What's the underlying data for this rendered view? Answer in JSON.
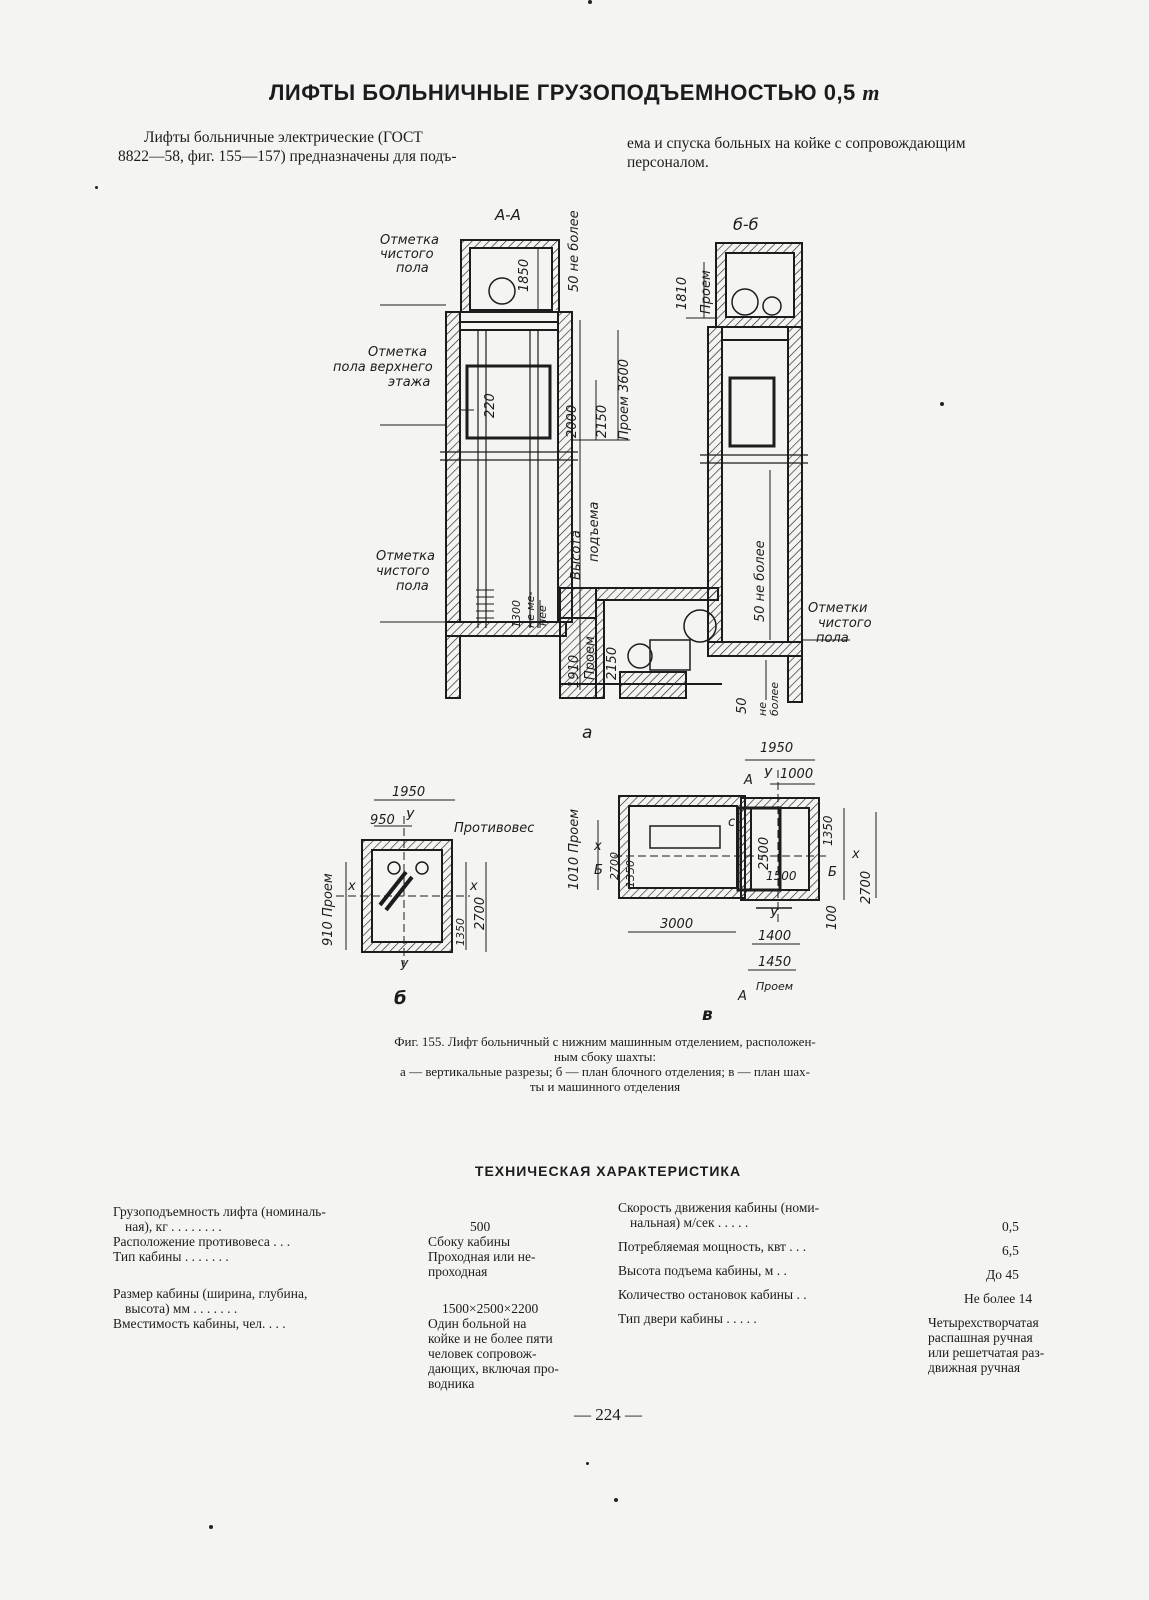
{
  "title": "ЛИФТЫ БОЛЬНИЧНЫЕ ГРУЗОПОДЪЕМНОСТЬЮ 0,5",
  "title_unit": "т",
  "intro": {
    "left_line1": "Лифты больничные электрические (ГОСТ",
    "left_line2": "8822—58, фиг. 155—157) предназначены для подъ-",
    "right_line1": "ема и спуска больных на койке с сопровождающим",
    "right_line2": "персоналом."
  },
  "figure": {
    "section_aa": "А-А",
    "section_bb": "б-б",
    "label_clean_floor": [
      "Отметка",
      "чистого",
      "пола"
    ],
    "label_upper_floor": [
      "Отметка",
      "пола верхнего",
      "этажа"
    ],
    "label_clean_floor_2": [
      "Отметка",
      "чистого",
      "пола"
    ],
    "label_clean_floors": [
      "Отметки",
      "чистого",
      "пола"
    ],
    "dim_1850": "1850",
    "dim_50_max": "50 не более",
    "dim_220": "220",
    "dim_2000": "2000",
    "dim_2150": "2150",
    "dim_opening_3600": "Проем 3600",
    "dim_lift_height": [
      "Высота",
      "подъема"
    ],
    "dim_1300": "1300",
    "dim_not_less": [
      "не ме-",
      "нее"
    ],
    "dim_1910": "1910",
    "dim_opening": "Проем",
    "dim_2150_b": "2150",
    "dim_1810": "1810",
    "dim_opening_b": "Проем",
    "dim_50_max_b": "50 не более",
    "dim_50_bottom": "50",
    "dim_not_more": [
      "не",
      "более"
    ],
    "fig_a": "а",
    "fig_b": "б",
    "fig_v": "в",
    "plan_b": {
      "w1950": "1950",
      "w950": "950",
      "y_top": "У",
      "y_bottom": "У",
      "counterweight": "Противовес",
      "x_left": "х",
      "x_right": "х",
      "opening_910": "910 Проем",
      "d1350": "1350",
      "d2700": "2700"
    },
    "plan_v": {
      "w1950": "1950",
      "a_top": "А",
      "y_top": "У",
      "w1000": "1000",
      "opening_1010": "1010 Проем",
      "x_left": "х",
      "b_left": "Б",
      "d2700": "2700",
      "d1350_l": "1350",
      "c_label": "с",
      "d2500": "2500",
      "d1500": "1500",
      "d1350_r": "1350",
      "b_right": "Б",
      "x_right": "х",
      "d2700_r": "2700",
      "w3000": "3000",
      "y_bottom": "У",
      "w1400": "1400",
      "d100": "100",
      "w1450": "1450",
      "a_bottom": "А",
      "opening": "Проем"
    }
  },
  "caption": {
    "line1": "Фиг. 155. Лифт больничный с нижним машинным отделением, расположен-",
    "line2": "ным сбоку шахты:",
    "line3": "а — вертикальные разрезы; б — план блочного отделения; в — план шах-",
    "line4": "ты и машинного отделения"
  },
  "tech": {
    "title": "ТЕХНИЧЕСКАЯ ХАРАКТЕРИСТИКА",
    "left": [
      {
        "label1": "Грузоподъемность лифта (номиналь-",
        "label2": "ная), кг . . . . . . . .",
        "value": "500"
      },
      {
        "label1": "Расположение противовеса . . .",
        "value": "Сбоку кабины"
      },
      {
        "label1": "Тип кабины . . . . . . .",
        "value": "Проходная или не-",
        "value2": "проходная"
      },
      {
        "label1": "Размер кабины (ширина, глубина,",
        "label2": "высота) мм . . . . . . .",
        "value": "1500×2500×2200"
      },
      {
        "label1": "Вместимость кабины, чел. . . .",
        "value": "Один больной на",
        "value2": "койке и не более пяти",
        "value3": "человек сопровож-",
        "value4": "дающих, включая про-",
        "value5": "водника"
      }
    ],
    "right": [
      {
        "label1": "Скорость движения кабины (номи-",
        "label2": "нальная) м/сек . . . . .",
        "value": "0,5"
      },
      {
        "label1": "Потребляемая мощность, квт . . .",
        "value": "6,5"
      },
      {
        "label1": "Высота подъема кабины, м . .",
        "value": "До 45"
      },
      {
        "label1": "Количество остановок кабины . .",
        "value": "Не более 14"
      },
      {
        "label1": "Тип двери кабины . . . . .",
        "value": "Четырехстворчатая",
        "value2": "распашная ручная",
        "value3": "или решетчатая раз-",
        "value4": "движная ручная"
      }
    ]
  },
  "page_number": "— 224 —"
}
